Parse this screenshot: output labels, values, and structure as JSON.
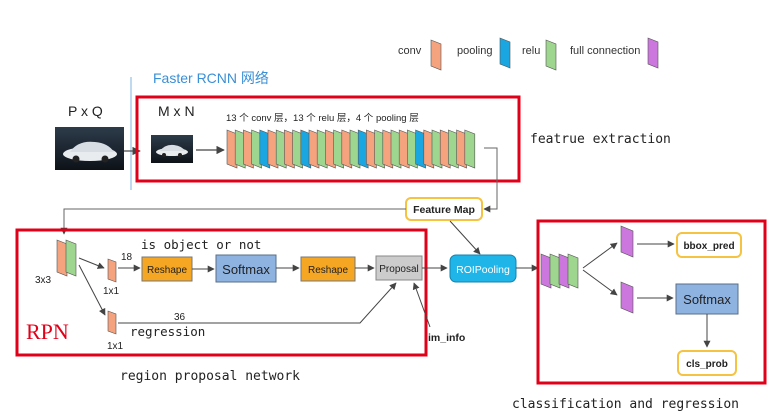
{
  "legend": {
    "items": [
      {
        "label": "conv",
        "color": "#f5a27f"
      },
      {
        "label": "pooling",
        "color": "#1aa6e0"
      },
      {
        "label": "relu",
        "color": "#9ed58f"
      },
      {
        "label": "full connection",
        "color": "#cc77dd"
      }
    ]
  },
  "title": "Faster RCNN 网络",
  "input": {
    "label": "P x Q"
  },
  "feature_extraction": {
    "size_label": "M x N",
    "layers_caption": "13 个 conv 层，13 个 relu 层，4 个 pooling 层",
    "section_label": "featrue extraction",
    "layer_sequence": [
      "conv",
      "relu",
      "conv",
      "relu",
      "pooling",
      "conv",
      "relu",
      "conv",
      "relu",
      "pooling",
      "conv",
      "relu",
      "conv",
      "relu",
      "conv",
      "relu",
      "pooling",
      "conv",
      "relu",
      "conv",
      "relu",
      "conv",
      "relu",
      "pooling",
      "conv",
      "relu",
      "conv",
      "relu",
      "conv",
      "relu"
    ]
  },
  "feature_map": {
    "label": "Feature Map"
  },
  "rpn": {
    "label": "RPN",
    "conv3x3": "3x3",
    "conv1x1_top": "1x1",
    "conv1x1_bottom": "1x1",
    "channels_top": "18",
    "channels_bottom": "36",
    "is_object_label": "is object or not",
    "regression_label": "regression",
    "reshape1": "Reshape",
    "softmax": "Softmax",
    "reshape2": "Reshape",
    "proposal": "Proposal",
    "section_label": "region proposal network"
  },
  "im_info": {
    "label": "im_info"
  },
  "roi_pooling": {
    "label": "ROIPooling"
  },
  "classification": {
    "bbox_pred": "bbox_pred",
    "softmax": "Softmax",
    "cls_prob": "cls_prob",
    "section_label": "classification and regression"
  },
  "colors": {
    "red_frame": "#e0001a",
    "orange_fill": "#f5a623",
    "blue_fill": "#8fb3e0",
    "gray_fill": "#cccccc",
    "cyan_fill": "#1fb5e8",
    "yellow_border": "#f5c242",
    "arrow": "#555555"
  }
}
